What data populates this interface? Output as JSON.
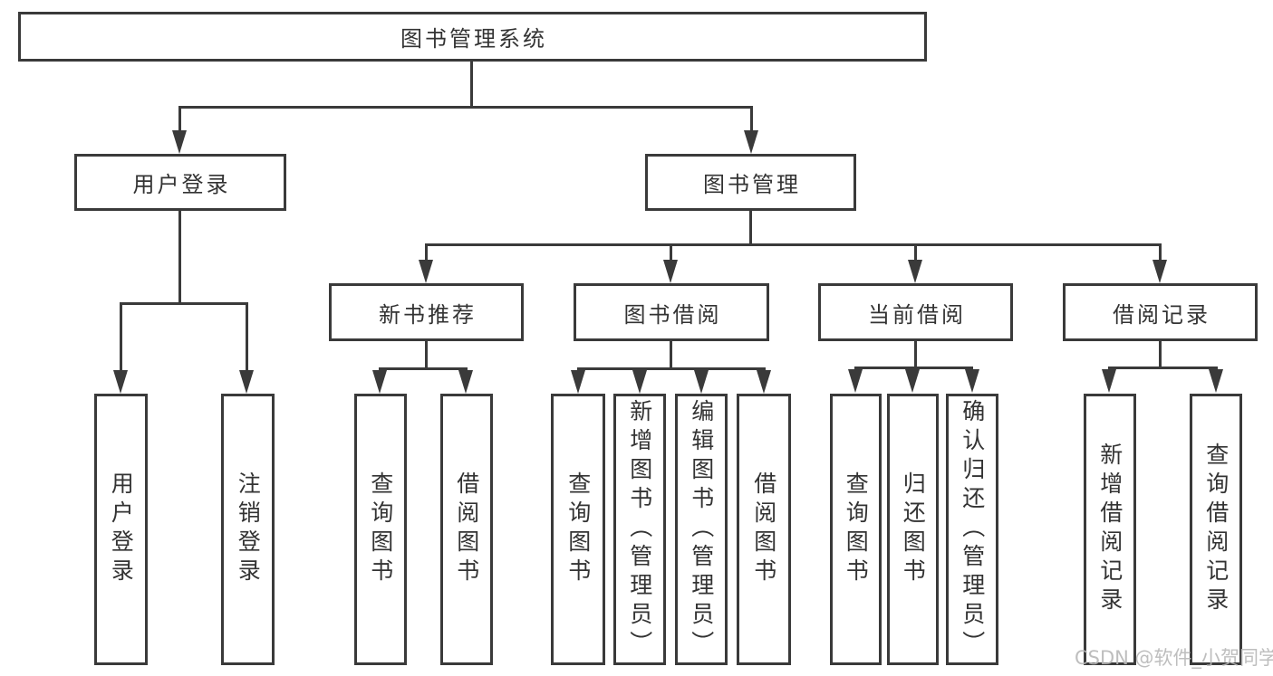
{
  "diagram": {
    "type": "hierarchy-tree",
    "root": {
      "label": "图书管理系统"
    },
    "branches": [
      {
        "label": "用户登录",
        "children": [
          {
            "label": "用户登录"
          },
          {
            "label": "注销登录"
          }
        ]
      },
      {
        "label": "图书管理",
        "children": [
          {
            "label": "新书推荐",
            "children": [
              {
                "label": "查询图书"
              },
              {
                "label": "借阅图书"
              }
            ]
          },
          {
            "label": "图书借阅",
            "children": [
              {
                "label": "查询图书"
              },
              {
                "label": "新增图书（管理员）"
              },
              {
                "label": "编辑图书（管理员）"
              },
              {
                "label": "借阅图书"
              }
            ]
          },
          {
            "label": "当前借阅",
            "children": [
              {
                "label": "查询图书"
              },
              {
                "label": "归还图书"
              },
              {
                "label": "确认归还（管理员）"
              }
            ]
          },
          {
            "label": "借阅记录",
            "children": [
              {
                "label": "新增借阅记录"
              },
              {
                "label": "查询借阅记录"
              }
            ]
          }
        ]
      }
    ],
    "colors": {
      "stroke": "#3a3a3a",
      "text": "#333333",
      "box_fill": "#ffffff",
      "background": "#ffffff"
    }
  },
  "watermark": {
    "text": "CSDN @软件_小贺同学",
    "color": "#b8b8b8"
  }
}
